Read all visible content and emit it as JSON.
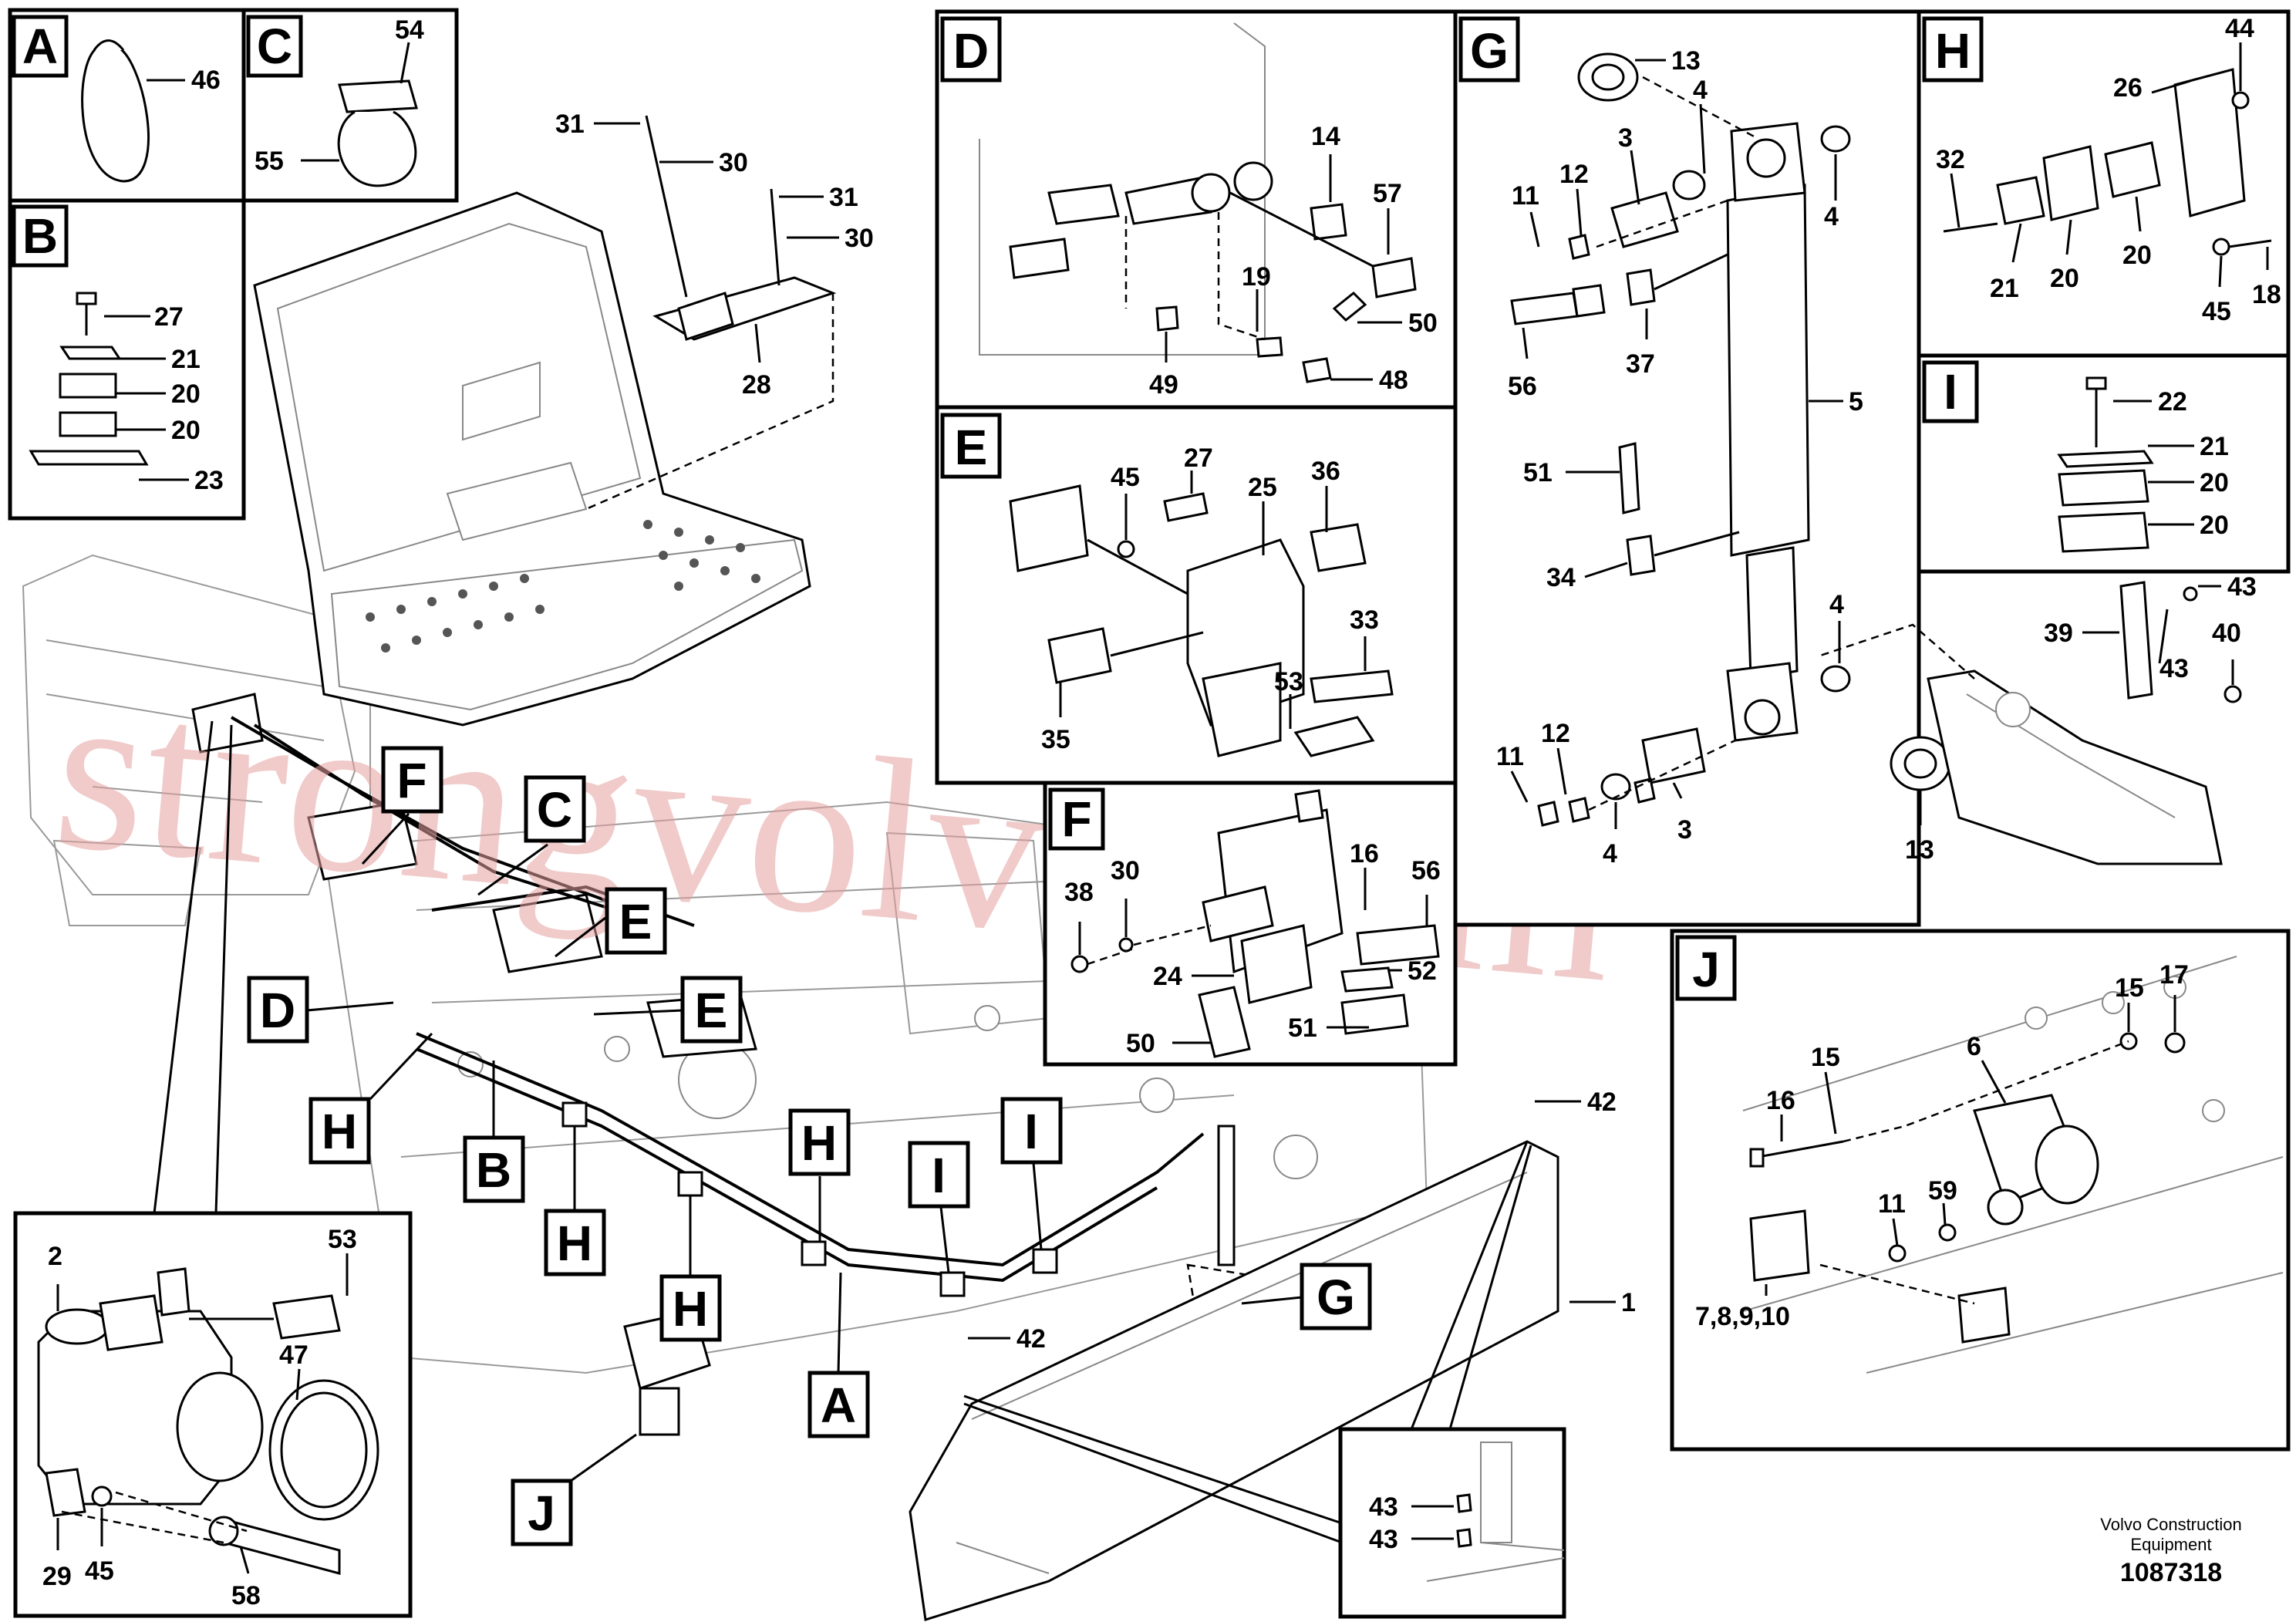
{
  "panels": {
    "A": {
      "letter": "A",
      "parts": [
        "46"
      ]
    },
    "B": {
      "letter": "B",
      "parts": [
        "27",
        "21",
        "20",
        "20",
        "23"
      ]
    },
    "C": {
      "letter": "C",
      "parts": [
        "54",
        "55"
      ]
    },
    "D": {
      "letter": "D",
      "parts": [
        "14",
        "57",
        "19",
        "50",
        "49",
        "48"
      ]
    },
    "E": {
      "letter": "E",
      "parts": [
        "27",
        "45",
        "25",
        "36",
        "33",
        "53",
        "35"
      ]
    },
    "F": {
      "letter": "F",
      "parts": [
        "16",
        "38",
        "30",
        "56",
        "24",
        "52",
        "50",
        "51"
      ]
    },
    "G": {
      "letter": "G",
      "parts": [
        "13",
        "4",
        "3",
        "12",
        "11",
        "4",
        "56",
        "37",
        "5",
        "51",
        "34",
        "4",
        "12",
        "11",
        "4",
        "3",
        "13"
      ]
    },
    "H": {
      "letter": "H",
      "parts": [
        "44",
        "26",
        "32",
        "21",
        "20",
        "20",
        "45",
        "18"
      ]
    },
    "I": {
      "letter": "I",
      "parts": [
        "22",
        "21",
        "20",
        "20"
      ]
    },
    "J": {
      "letter": "J",
      "parts": [
        "16",
        "15",
        "6",
        "15",
        "17",
        "11",
        "59",
        "7,8,9,10"
      ]
    },
    "pump": {
      "parts": [
        "2",
        "53",
        "47",
        "29",
        "45",
        "58"
      ]
    },
    "bucket_detail": {
      "parts": [
        "43",
        "43"
      ]
    }
  },
  "main_view": {
    "parts": [
      "31",
      "30",
      "31",
      "30",
      "28",
      "42",
      "42",
      "1",
      "39",
      "43",
      "43",
      "40"
    ],
    "callouts": [
      "F",
      "C",
      "E",
      "D",
      "E",
      "H",
      "B",
      "H",
      "H",
      "H",
      "I",
      "I",
      "A",
      "G",
      "J"
    ]
  },
  "watermark": "strongvolvo.com",
  "footer": {
    "company_line1": "Volvo Construction",
    "company_line2": "Equipment",
    "code": "1087318"
  }
}
